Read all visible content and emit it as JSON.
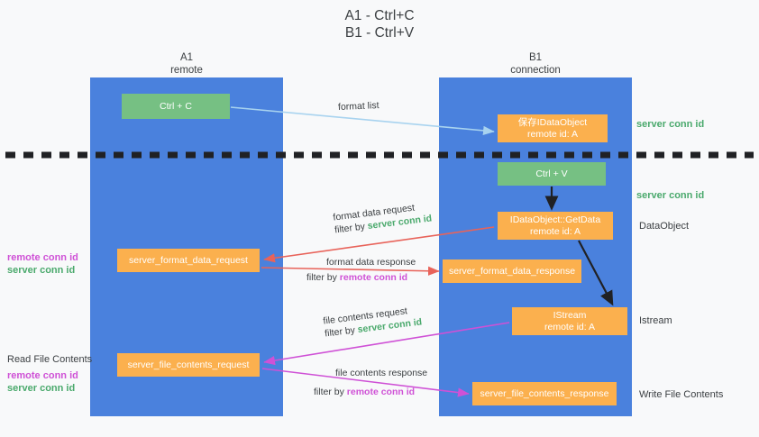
{
  "title": "A1 - Ctrl+C\nB1 - Ctrl+V",
  "columns": {
    "a1": "A1\nremote",
    "b1": "B1\nconnection"
  },
  "nodes": {
    "ctrl_c": {
      "line1": "Ctrl + C",
      "line2": ""
    },
    "save_dataobject": {
      "line1": "保存IDataObject",
      "line2": "remote id: A"
    },
    "ctrl_v": {
      "line1": "Ctrl + V",
      "line2": ""
    },
    "getdata": {
      "line1": "IDataObject::GetData",
      "line2": "remote id: A"
    },
    "format_data_request": {
      "line1": "server_format_data_request",
      "line2": ""
    },
    "format_data_response": {
      "line1": "server_format_data_response",
      "line2": ""
    },
    "istream": {
      "line1": "IStream",
      "line2": "remote id: A"
    },
    "file_contents_request": {
      "line1": "server_file_contents_request",
      "line2": ""
    },
    "file_contents_response": {
      "line1": "server_file_contents_response",
      "line2": ""
    }
  },
  "edges": {
    "format_list": "format list",
    "format_data_request": {
      "line1": "format data request",
      "prefix": "filter by ",
      "key": "server conn id"
    },
    "format_data_response": {
      "line1": "format data response",
      "prefix": "filter by ",
      "key": "remote conn id"
    },
    "file_contents_request": {
      "line1": "file contents request",
      "prefix": "filter by ",
      "key": "server conn id"
    },
    "file_contents_response": {
      "line1": "file contents response",
      "prefix": "filter by ",
      "key": "remote conn id"
    }
  },
  "annotations": {
    "server_conn_id_top": "server conn id",
    "server_conn_id_mid": "server conn id",
    "dataobject": "DataObject",
    "istream": "Istream",
    "write_file_contents": "Write File Contents",
    "read_file_contents": "Read File Contents",
    "remote_conn_id": "remote conn id",
    "server_conn_id": "server conn id"
  },
  "colors": {
    "panel": "#4a81dd",
    "green_node": "#76c083",
    "orange_node": "#fbb04e",
    "server_conn": "#4aa96c",
    "remote_conn": "#cf51d6",
    "arrow_light_blue": "#a8d3ef",
    "arrow_red": "#e8635a",
    "arrow_magenta": "#cf51d6",
    "arrow_black": "#202124",
    "background": "#f8f9fa"
  }
}
